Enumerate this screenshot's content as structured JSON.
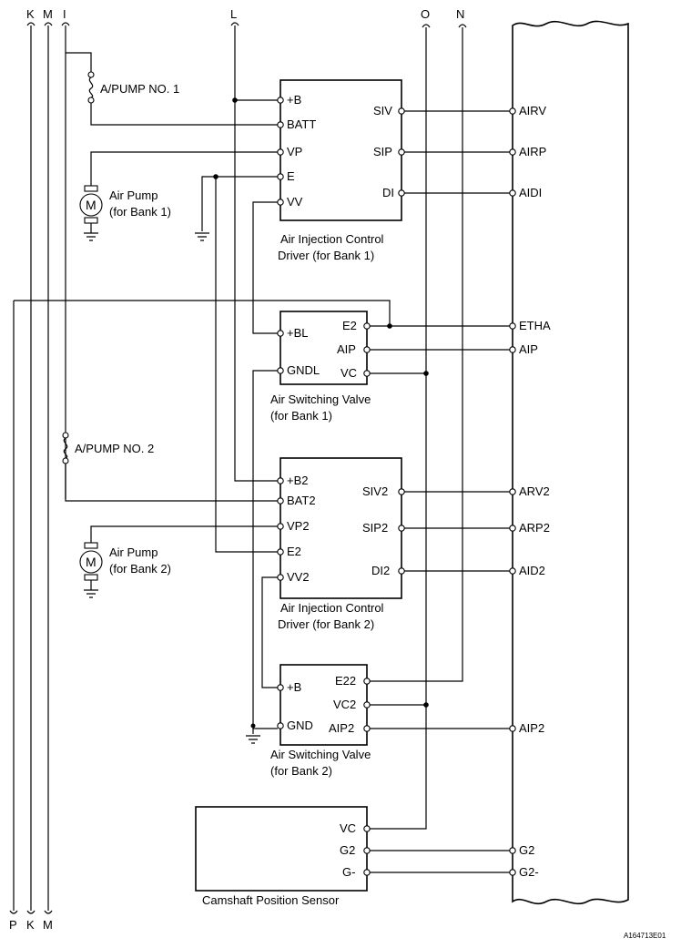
{
  "top_labels": {
    "K": "K",
    "M": "M",
    "I": "I",
    "L": "L",
    "O": "O",
    "N": "N"
  },
  "bottom_labels": {
    "P": "P",
    "K": "K",
    "M": "M"
  },
  "fuses": {
    "pump1": "A/PUMP NO. 1",
    "pump2": "A/PUMP NO. 2"
  },
  "motors": {
    "m1": {
      "symbol": "M",
      "name": "Air Pump",
      "bank": "(for Bank 1)"
    },
    "m2": {
      "symbol": "M",
      "name": "Air Pump",
      "bank": "(for Bank 2)"
    }
  },
  "aicd1": {
    "caption1": "Air Injection Control",
    "caption2": "Driver (for Bank 1)",
    "left_pins": [
      "+B",
      "BATT",
      "VP",
      "E",
      "VV"
    ],
    "right_pins": [
      "SIV",
      "SIP",
      "DI"
    ]
  },
  "asv1": {
    "caption1": "Air Switching Valve",
    "caption2": "(for Bank 1)",
    "left_pins": [
      "+BL",
      "GNDL"
    ],
    "right_pins": [
      "E2",
      "AIP",
      "VC"
    ]
  },
  "aicd2": {
    "caption1": "Air Injection Control",
    "caption2": "Driver (for Bank 2)",
    "left_pins": [
      "+B2",
      "BAT2",
      "VP2",
      "E2",
      "VV2"
    ],
    "right_pins": [
      "SIV2",
      "SIP2",
      "DI2"
    ]
  },
  "asv2": {
    "caption1": "Air Switching Valve",
    "caption2": "(for Bank 2)",
    "left_pins": [
      "+B",
      "GND"
    ],
    "right_pins": [
      "E22",
      "VC2",
      "AIP2"
    ]
  },
  "cam": {
    "caption": "Camshaft Position Sensor",
    "pins": [
      "VC",
      "G2",
      "G-"
    ]
  },
  "ecm_pins": [
    "AIRV",
    "AIRP",
    "AIDI",
    "ETHA",
    "AIP",
    "ARV2",
    "ARP2",
    "AID2",
    "AIP2",
    "G2",
    "G2-"
  ],
  "figure_id": "A164713E01"
}
